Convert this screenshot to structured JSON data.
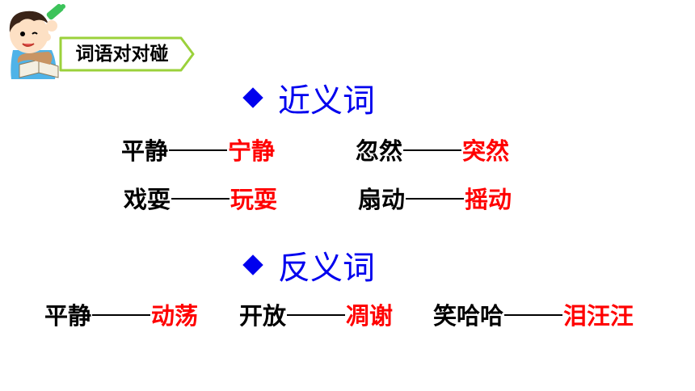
{
  "banner": {
    "title": "词语对对碰"
  },
  "synonyms": {
    "title": "近义词",
    "pairs": [
      {
        "word": "平静",
        "match": "宁静"
      },
      {
        "word": "忽然",
        "match": "突然"
      },
      {
        "word": "戏耍",
        "match": "玩耍"
      },
      {
        "word": "扇动",
        "match": "摇动"
      }
    ]
  },
  "antonyms": {
    "title": "反义词",
    "pairs": [
      {
        "word": "平静",
        "match": "动荡"
      },
      {
        "word": "开放",
        "match": "凋谢"
      },
      {
        "word": "笑哈哈",
        "match": "泪汪汪"
      }
    ]
  },
  "colors": {
    "title": "#0000ee",
    "answer": "#ff0000",
    "banner_border": "#9bd13b"
  }
}
